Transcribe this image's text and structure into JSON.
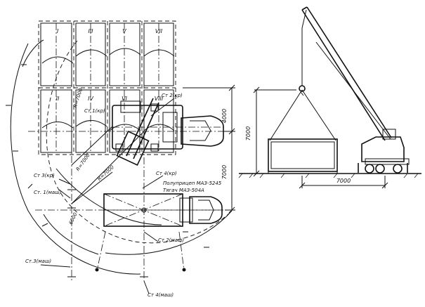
{
  "pad_labels": {
    "top_row": [
      "I",
      "III",
      "V",
      "VII"
    ],
    "bottom_row": [
      "II",
      "IV",
      "VI",
      "VIII"
    ]
  },
  "radius_labels": [
    "R=7000",
    "R=7000",
    "R=7000"
  ],
  "dimensions": {
    "top_4000": "4000",
    "middle_7000": "7000",
    "side_7000": "7000",
    "ground_7000": "7000",
    "small_6000": "6000"
  },
  "stations": {
    "st1_kr": "Ст 1(кр)",
    "st2_kr": "Ст 2(кр)",
    "st3_kr": "Ст 3(кр)",
    "st4_kr": "Ст 4(кр)",
    "st1_mash": "Ст. 1(маш)",
    "st2_mash": "Ст 2(маш)",
    "st3_mash": "Ст.3(маш)",
    "st4_mash": "Ст 4(маш)"
  },
  "vehicles": {
    "semitrailer": "Полуприцеп МАЗ-5245",
    "tractor": "Тягач МАЗ-504А"
  }
}
